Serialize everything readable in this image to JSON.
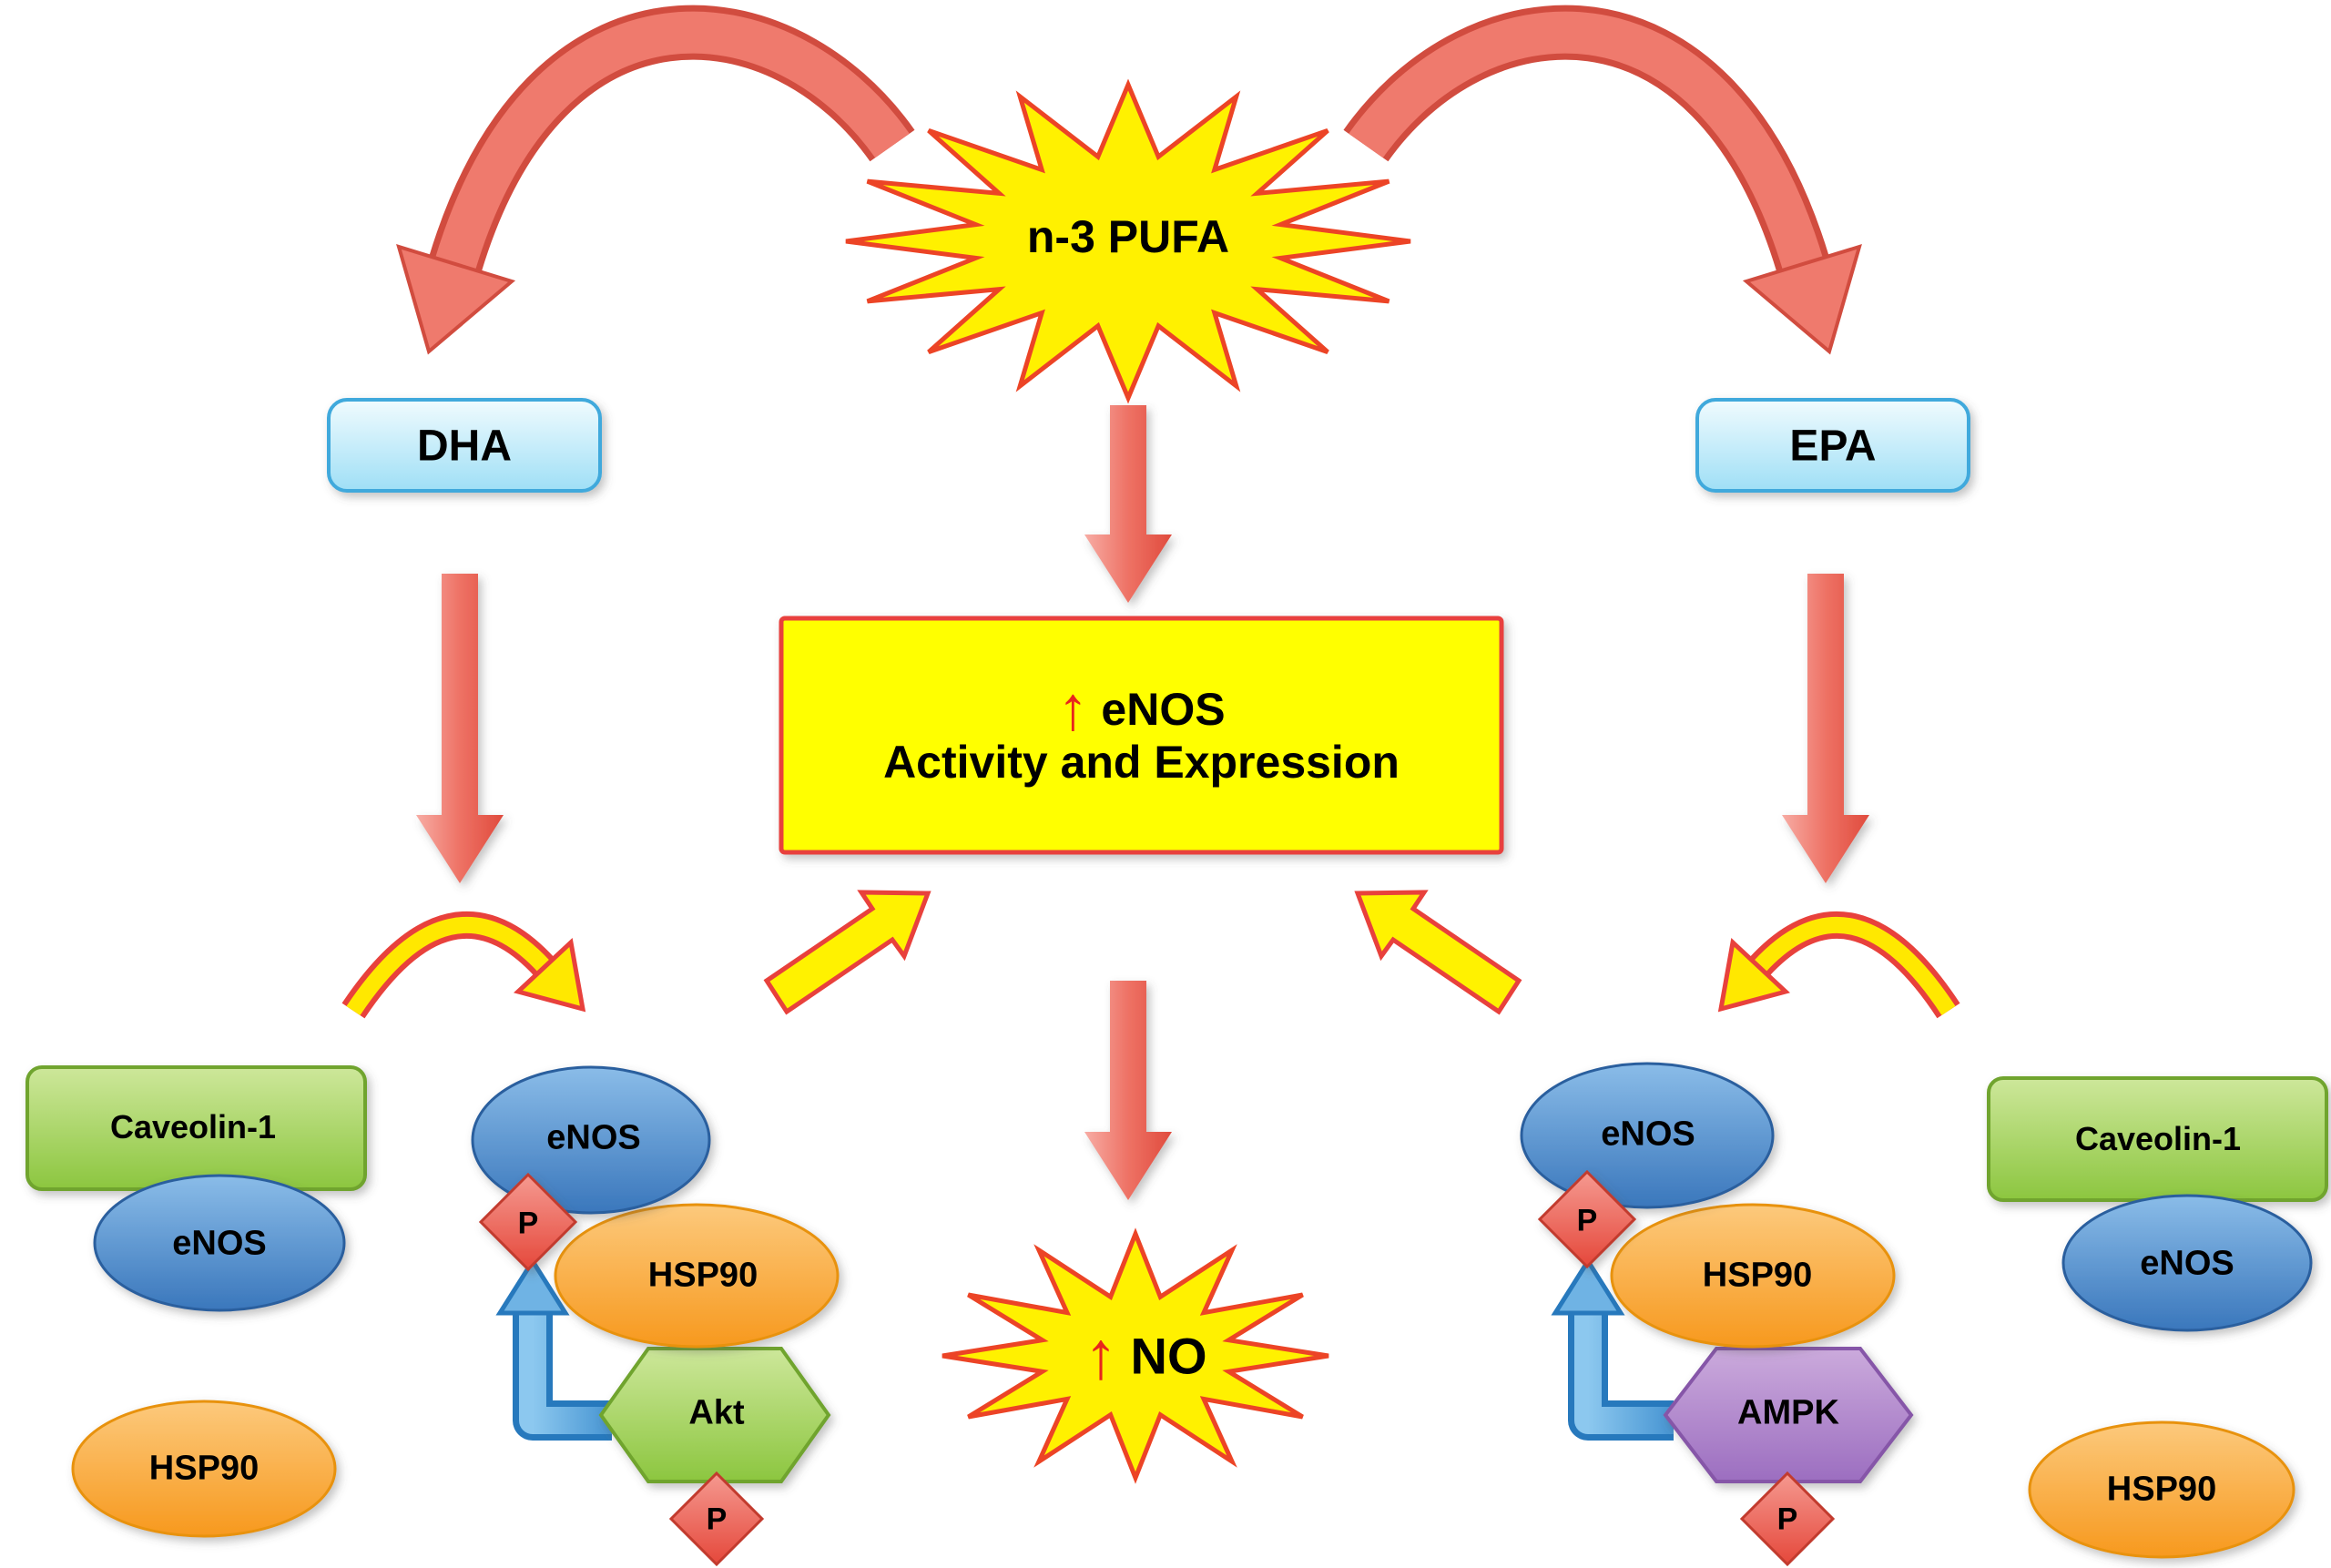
{
  "diagram": {
    "nodes": {
      "n3_pufa": "n-3 PUFA",
      "dha": "DHA",
      "epa": "EPA",
      "enos_box": {
        "arrow": "↑",
        "title": "eNOS",
        "subtitle": "Activity and Expression"
      },
      "no_burst": {
        "arrow": "↑",
        "label": "NO"
      }
    },
    "complexes": {
      "left_caveolin": {
        "caveolin": "Caveolin-1",
        "enos": "eNOS",
        "hsp90": "HSP90"
      },
      "left_akt": {
        "enos": "eNOS",
        "p_top": "P",
        "hsp90": "HSP90",
        "kinase": "Akt",
        "p_bottom": "P"
      },
      "right_ampk": {
        "enos": "eNOS",
        "p_top": "P",
        "hsp90": "HSP90",
        "kinase": "AMPK",
        "p_bottom": "P"
      },
      "right_caveolin": {
        "caveolin": "Caveolin-1",
        "enos": "eNOS",
        "hsp90": "HSP90"
      }
    },
    "colors": {
      "burst_yellow": "#FFF100",
      "burst_outline": "#EC4426",
      "arrow_salmon": "#EF7A6D",
      "arrow_salmon_dark": "#D14C3F",
      "highlight_yellow": "#FFFF00",
      "red_accent": "#E8261C",
      "cyan_node": "#BFEAF9",
      "cyan_outline": "#3FA9DC",
      "green_shape": "#9CCD52",
      "enos_blue": "#4A86C8",
      "hsp90_orange": "#F9A132",
      "ampk_purple": "#AF87C8",
      "phospho_red": "#EE6B5F",
      "bent_arrow_blue": "#4C9FDA",
      "yellow_arrow": "#FFE800"
    }
  }
}
